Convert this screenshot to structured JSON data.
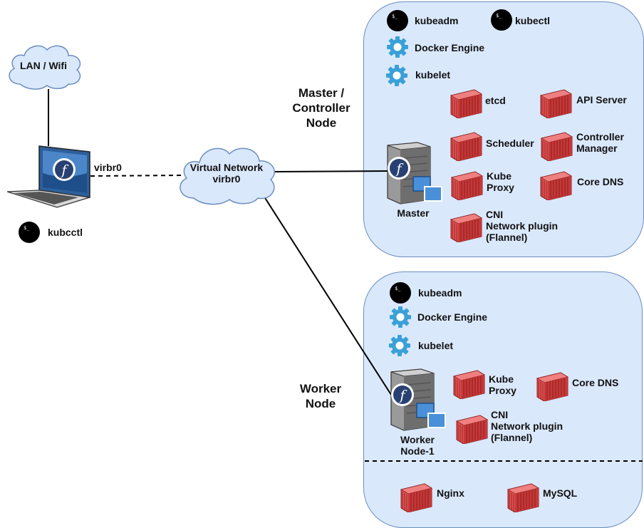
{
  "clouds": {
    "lan": "LAN / Wifi",
    "virtual_network": "Virtual Network\nvirbr0"
  },
  "laptop": {
    "link_label": "virbr0",
    "tool": "kubcctl",
    "terminal_glyph": "$_"
  },
  "master_node": {
    "title": "Master /\nController\nNode",
    "server_label": "Master",
    "tools": [
      "kubeadm",
      "kubectl",
      "Docker Engine",
      "kubelet"
    ],
    "containers": [
      "etcd",
      "API Server",
      "Scheduler",
      "Controller\nManager",
      "Kube\nProxy",
      "Core DNS",
      "CNI\nNetwork plugin\n(Flannel)"
    ]
  },
  "worker_node": {
    "title": "Worker\nNode",
    "server_label": "Worker\nNode-1",
    "tools": [
      "kubeadm",
      "Docker Engine",
      "kubelet"
    ],
    "containers": [
      "Kube\nProxy",
      "Core DNS",
      "CNI\nNetwork plugin\n(Flannel)"
    ],
    "workloads": [
      "Nginx",
      "MySQL"
    ]
  },
  "colors": {
    "panel_fill": "#dae8fc",
    "panel_border": "#6c8ebf",
    "container_red": "#e05252",
    "gear_blue": "#3aa0d8",
    "fedora_blue": "#294172"
  },
  "icons": [
    "terminal-icon",
    "gear-icon",
    "container-icon",
    "server-icon",
    "laptop-icon",
    "cloud-icon",
    "fedora-logo-icon"
  ]
}
